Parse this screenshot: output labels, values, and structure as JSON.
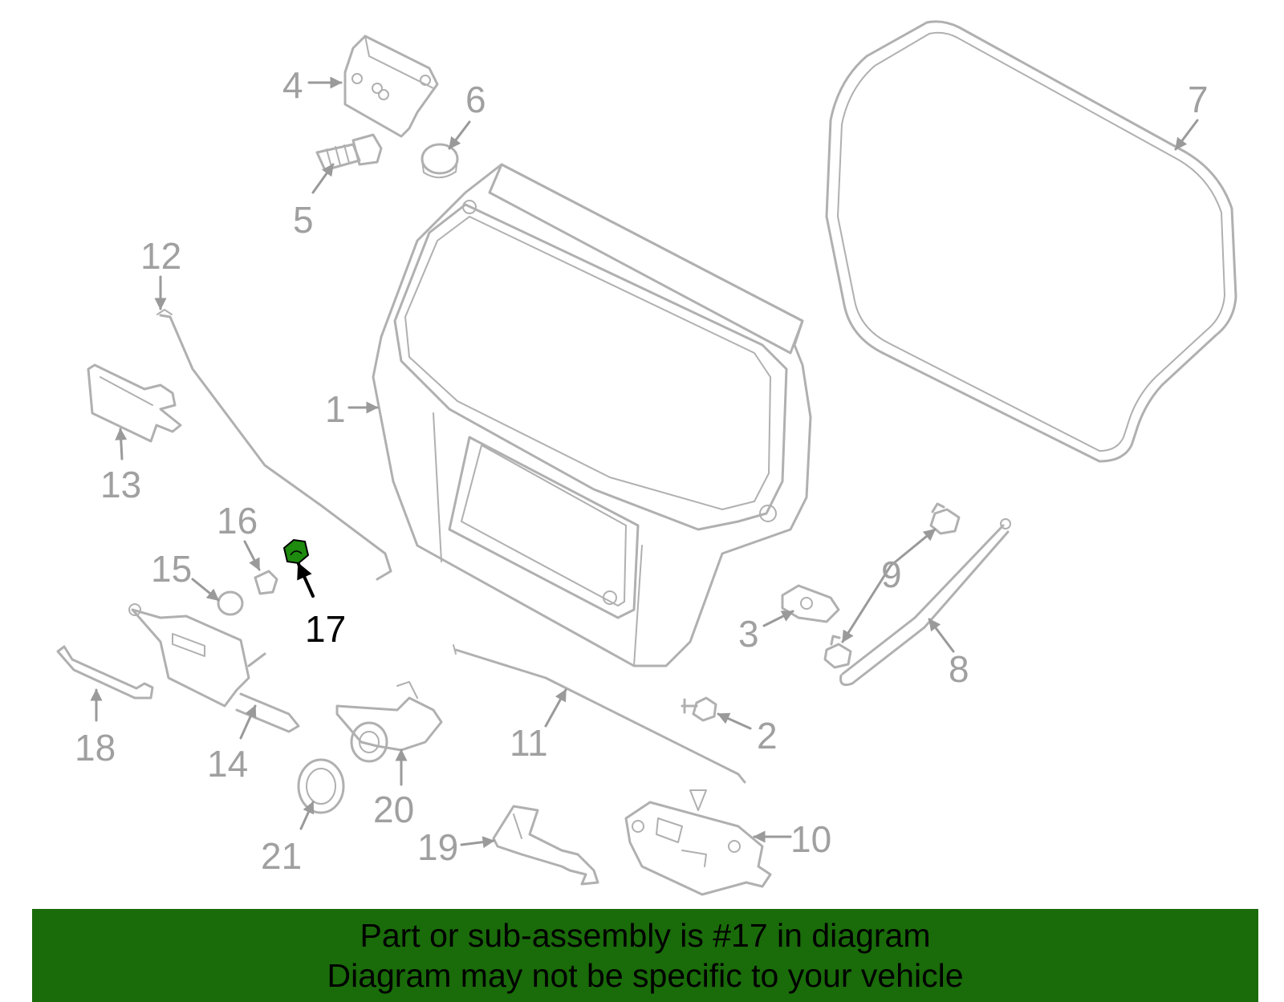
{
  "callouts": {
    "c1": "1",
    "c2": "2",
    "c3": "3",
    "c4": "4",
    "c5": "5",
    "c6": "6",
    "c7": "7",
    "c8": "8",
    "c9": "9",
    "c10": "10",
    "c11": "11",
    "c12": "12",
    "c13": "13",
    "c14": "14",
    "c15": "15",
    "c16": "16",
    "c17": "17",
    "c18": "18",
    "c19": "19",
    "c20": "20",
    "c21": "21"
  },
  "highlight": {
    "part": "17",
    "color": "#1e8a0e"
  },
  "colors": {
    "banner": "#1a6b0a",
    "parts": "#b0b0b0",
    "labels": "#a0a0a0"
  },
  "banner": {
    "line1": "Part or sub-assembly is #17 in diagram",
    "line2": "Diagram may not be specific to your vehicle"
  }
}
